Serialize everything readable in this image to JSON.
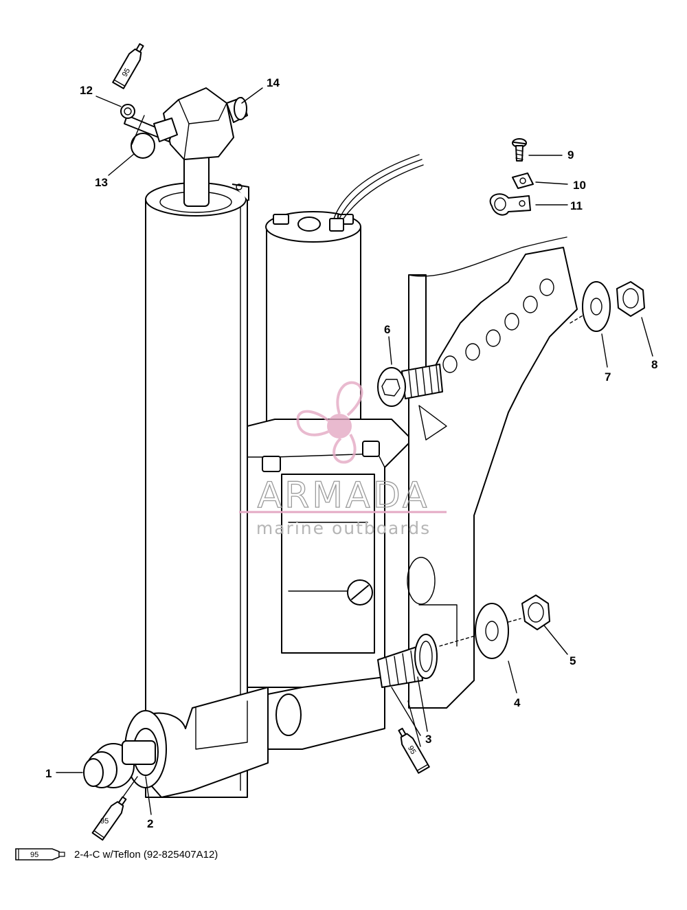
{
  "callouts": [
    {
      "num": "1"
    },
    {
      "num": "2"
    },
    {
      "num": "3"
    },
    {
      "num": "4"
    },
    {
      "num": "5"
    },
    {
      "num": "6"
    },
    {
      "num": "7"
    },
    {
      "num": "8"
    },
    {
      "num": "9"
    },
    {
      "num": "10"
    },
    {
      "num": "11"
    },
    {
      "num": "12"
    },
    {
      "num": "13"
    },
    {
      "num": "14"
    }
  ],
  "sealant_code": "95",
  "legend": {
    "code": "95",
    "text": "2-4-C w/Teflon (92-825407A12)"
  },
  "watermark": {
    "brand": "ARMADA",
    "tagline": "marine outboards",
    "accent_color": "#e4a9c4"
  }
}
